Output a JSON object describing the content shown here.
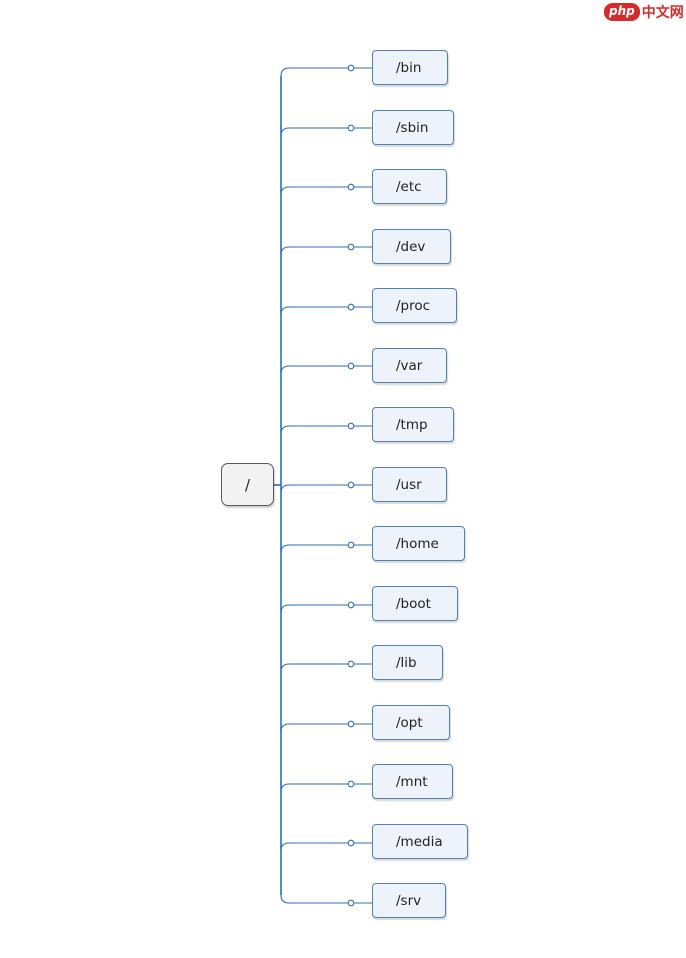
{
  "watermark": {
    "logo": "php",
    "text": "中文网"
  },
  "root": {
    "label": "/"
  },
  "children": [
    {
      "label": "/bin"
    },
    {
      "label": "/sbin"
    },
    {
      "label": "/etc"
    },
    {
      "label": "/dev"
    },
    {
      "label": "/proc"
    },
    {
      "label": "/var"
    },
    {
      "label": "/tmp"
    },
    {
      "label": "/usr"
    },
    {
      "label": "/home"
    },
    {
      "label": "/boot"
    },
    {
      "label": "/lib"
    },
    {
      "label": "/opt"
    },
    {
      "label": "/mnt"
    },
    {
      "label": "/media"
    },
    {
      "label": "/srv"
    }
  ],
  "colors": {
    "connector": "#2e6db4",
    "node_border": "#4f81bd",
    "node_fill": "#eef3fb",
    "root_fill": "#f2f2f2",
    "watermark": "#d42b2b"
  }
}
